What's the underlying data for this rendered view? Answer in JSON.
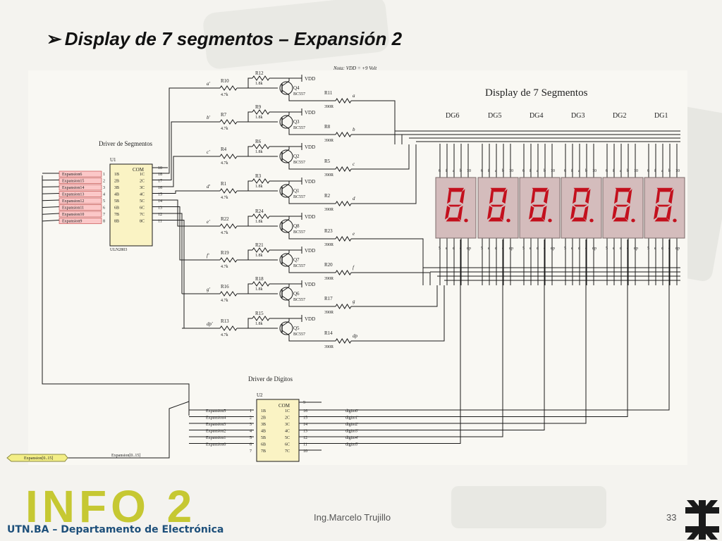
{
  "slide": {
    "title": "Display de 7 segmentos – Expansión 2",
    "logo_text": "INFO 2",
    "department": "UTN.BA – Departamento de Electrónica",
    "author": "Ing.Marcelo Trujillo",
    "page_number": "33"
  },
  "schematic": {
    "note": "Nota: VDD = +9 Volt",
    "display_title": "Display de 7 Segmentos",
    "driver_segments_title": "Driver de Segmentos",
    "driver_digits_title": "Driver de Digitos",
    "vdd_label": "VDD",
    "com_label": "COM",
    "u1": {
      "ref": "U1",
      "part": "ULN2803",
      "com_pin": "10",
      "in_labels": [
        "Expansion6",
        "Expansion15",
        "Expansion14",
        "Expansion13",
        "Expansion12",
        "Expansion11",
        "Expansion10",
        "Expansion9"
      ],
      "in_pins": [
        "1",
        "2",
        "3",
        "4",
        "5",
        "6",
        "7",
        "8"
      ],
      "b_labels": [
        "1B",
        "2B",
        "3B",
        "4B",
        "5B",
        "6B",
        "7B",
        "8B"
      ],
      "c_labels": [
        "1C",
        "2C",
        "3C",
        "4C",
        "5C",
        "6C",
        "7C",
        "8C"
      ],
      "out_pins": [
        "18",
        "17",
        "16",
        "15",
        "14",
        "13",
        "12",
        "11"
      ]
    },
    "u2": {
      "ref": "U2",
      "part": "ULN2803",
      "com_pin": "9",
      "in_labels": [
        "Expansion5",
        "Expansion4",
        "Expansion3",
        "Expansion2",
        "Expansion1",
        "Expansion0"
      ],
      "in_pins": [
        "1",
        "2",
        "3",
        "4",
        "5",
        "6",
        "7"
      ],
      "b_labels": [
        "1B",
        "2B",
        "3B",
        "4B",
        "5B",
        "6B",
        "7B"
      ],
      "c_labels": [
        "1C",
        "2C",
        "3C",
        "4C",
        "5C",
        "6C",
        "7C"
      ],
      "out_pins": [
        "16",
        "15",
        "14",
        "13",
        "12",
        "11",
        "10"
      ],
      "out_labels": [
        "digito0'",
        "digito1'",
        "digito2'",
        "digito3'",
        "digito4'",
        "digito5'"
      ]
    },
    "stages": [
      {
        "pre_net": "a'",
        "rb": "R10",
        "rb_val": "4.7k",
        "rp": "R12",
        "rp_val": "1.8k",
        "q": "Q4",
        "q_part": "BC557",
        "rs": "R11",
        "rs_val": "390R",
        "seg": "a"
      },
      {
        "pre_net": "b'",
        "rb": "R7",
        "rb_val": "4.7k",
        "rp": "R9",
        "rp_val": "1.8k",
        "q": "Q3",
        "q_part": "BC557",
        "rs": "R8",
        "rs_val": "390R",
        "seg": "b"
      },
      {
        "pre_net": "c'",
        "rb": "R4",
        "rb_val": "4.7k",
        "rp": "R6",
        "rp_val": "1.8k",
        "q": "Q2",
        "q_part": "BC557",
        "rs": "R5",
        "rs_val": "390R",
        "seg": "c"
      },
      {
        "pre_net": "d'",
        "rb": "R1",
        "rb_val": "4.7k",
        "rp": "R3",
        "rp_val": "1.8k",
        "q": "Q1",
        "q_part": "BC557",
        "rs": "R2",
        "rs_val": "390R",
        "seg": "d"
      },
      {
        "pre_net": "e'",
        "rb": "R22",
        "rb_val": "4.7k",
        "rp": "R24",
        "rp_val": "1.8k",
        "q": "Q8",
        "q_part": "BC557",
        "rs": "R23",
        "rs_val": "390R",
        "seg": "e"
      },
      {
        "pre_net": "f'",
        "rb": "R19",
        "rb_val": "4.7k",
        "rp": "R21",
        "rp_val": "1.8k",
        "q": "Q7",
        "q_part": "BC557",
        "rs": "R20",
        "rs_val": "390R",
        "seg": "f"
      },
      {
        "pre_net": "g'",
        "rb": "R16",
        "rb_val": "4.7k",
        "rp": "R18",
        "rp_val": "1.8k",
        "q": "Q6",
        "q_part": "BC557",
        "rs": "R17",
        "rs_val": "390R",
        "seg": "g"
      },
      {
        "pre_net": "dp'",
        "rb": "R13",
        "rb_val": "4.7k",
        "rp": "R15",
        "rp_val": "1.8k",
        "q": "Q5",
        "q_part": "BC557",
        "rs": "R14",
        "rs_val": "390R",
        "seg": "dp"
      }
    ],
    "digits": [
      "DG6",
      "DG5",
      "DG4",
      "DG3",
      "DG2",
      "DG1"
    ],
    "top_pins": [
      "6",
      "f",
      "a",
      "b",
      "10"
    ],
    "bottom_pins": [
      "5",
      "e",
      "d",
      "c",
      "dp"
    ],
    "bus_label": "Expansion[0..15]",
    "bus_port_label": "Expansion[0..15]",
    "digit_char": "8",
    "colors": {
      "display_bg": "#d4bcbc",
      "segment": "#c3101d",
      "wire": "#1a1a1a",
      "logo": "#c6c832",
      "department": "#1d4f7a"
    }
  }
}
